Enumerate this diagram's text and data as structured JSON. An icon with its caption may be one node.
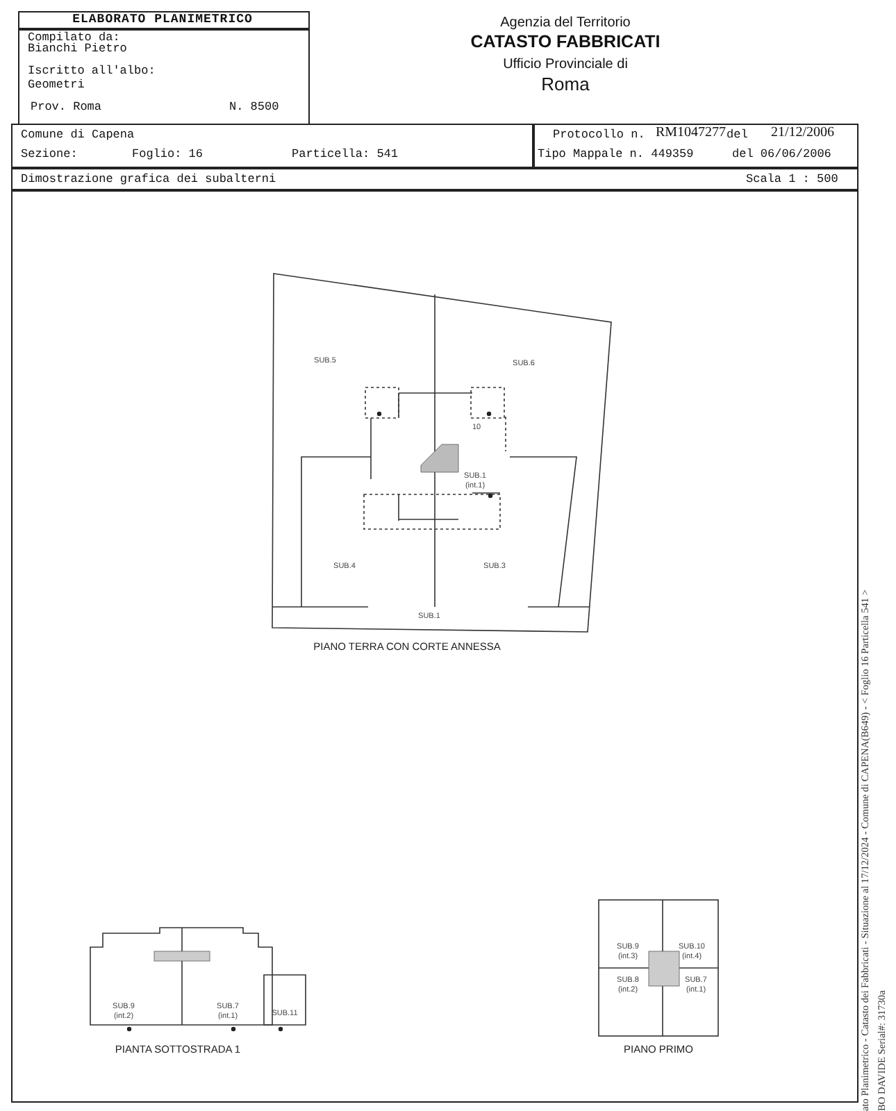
{
  "diagram": {
    "labels": [
      "ELABORATO PLANIMETRICO",
      "Compilato da:",
      "Bianchi Pietro",
      "Iscritto all'albo:",
      "Geometri",
      "Prov. Roma",
      "N. 8500",
      "Agenzia del Territorio",
      "CATASTO FABBRICATI",
      "Ufficio Provinciale di",
      "Roma",
      "Comune di Capena",
      "Protocollo n.",
      "RM1047277",
      "del",
      "21/12/2006",
      "Sezione:",
      "Foglio: 16",
      "Particella: 541",
      "Tipo Mappale n. 449359",
      "del 06/06/2006",
      "Dimostrazione grafica dei subalterni",
      "Scala 1 : 500",
      "SUB.5",
      "SUB.6",
      "10",
      "SUB.1 (int.1)",
      "SUB.4",
      "SUB.3",
      "SUB.1",
      "PIANO TERRA CON CORTE ANNESSA",
      "SUB.9 (int.2)",
      "SUB.7 (int.1)",
      "SUB.11",
      "PIANTA SOTTOSTRADA 1",
      "SUB.9 (int.3)",
      "SUB.10 (int.4)",
      "SUB.8 (int.2)",
      "SUB.7 (int.1)",
      "PIANO PRIMO",
      "ato Planimetrico - Catasto dei Fabbricati - Situazione al 17/12/2024 - Comune di CAPENA(B649) - < Foglio 16 Particella 541 >",
      "BO DAVIDE Serial#: 31730a"
    ]
  }
}
